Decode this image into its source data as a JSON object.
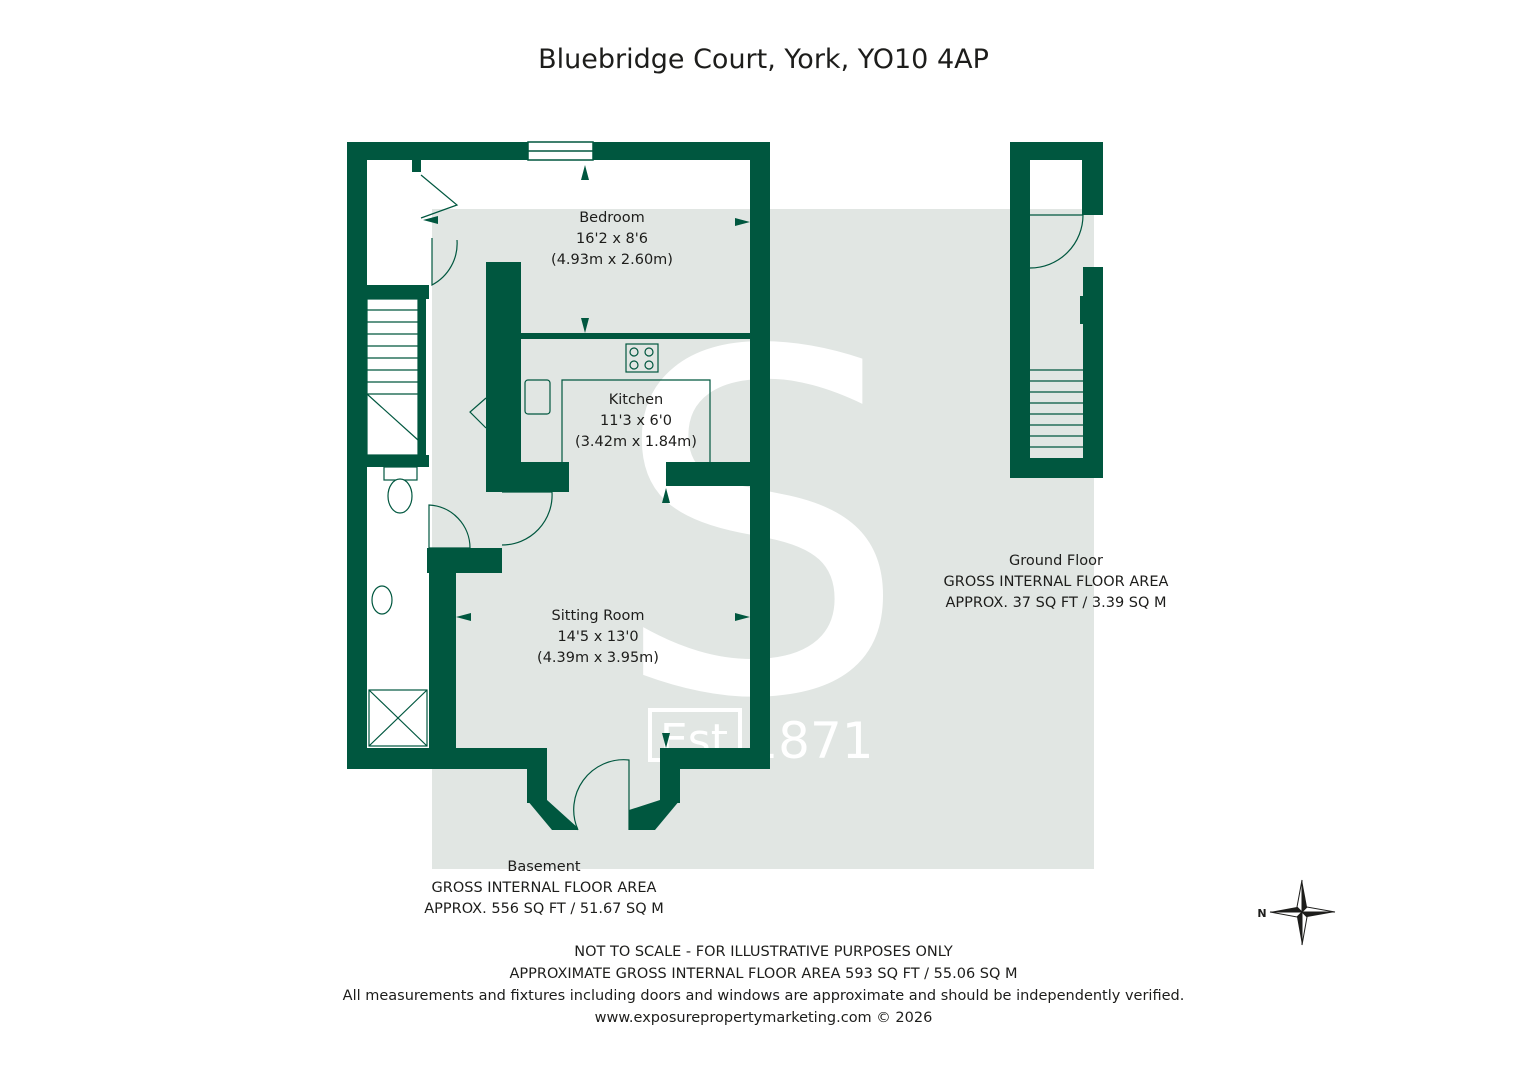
{
  "header": {
    "title": "Bluebridge Court, York, YO10 4AP"
  },
  "rooms": {
    "bedroom": {
      "name": "Bedroom",
      "imperial": "16'2 x 8'6",
      "metric": "(4.93m x 2.60m)"
    },
    "kitchen": {
      "name": "Kitchen",
      "imperial": "11'3 x 6'0",
      "metric": "(3.42m x 1.84m)"
    },
    "sitting": {
      "name": "Sitting Room",
      "imperial": "14'5 x 13'0",
      "metric": "(4.39m x 3.95m)"
    }
  },
  "floors": {
    "ground": {
      "name": "Ground Floor",
      "area_label": "GROSS INTERNAL FLOOR AREA",
      "area": "APPROX. 37 SQ FT / 3.39 SQ M"
    },
    "basement": {
      "name": "Basement",
      "area_label": "GROSS INTERNAL FLOOR AREA",
      "area": "APPROX. 556 SQ FT / 51.67 SQ M"
    }
  },
  "watermark": {
    "letter": "S",
    "est": "Est",
    "year": "1871"
  },
  "compass": {
    "north_label": "N"
  },
  "footer": {
    "line1": "NOT TO SCALE - FOR ILLUSTRATIVE PURPOSES ONLY",
    "line2": "APPROXIMATE GROSS INTERNAL FLOOR AREA 593 SQ FT / 55.06 SQ M",
    "line3": "All measurements and fixtures including doors and windows are approximate and should be independently verified.",
    "line4": "www.exposurepropertymarketing.com © 2026"
  },
  "colors": {
    "wall": "#00573f",
    "watermark_bg": "#e1e6e3",
    "text": "#1d1d1b"
  }
}
